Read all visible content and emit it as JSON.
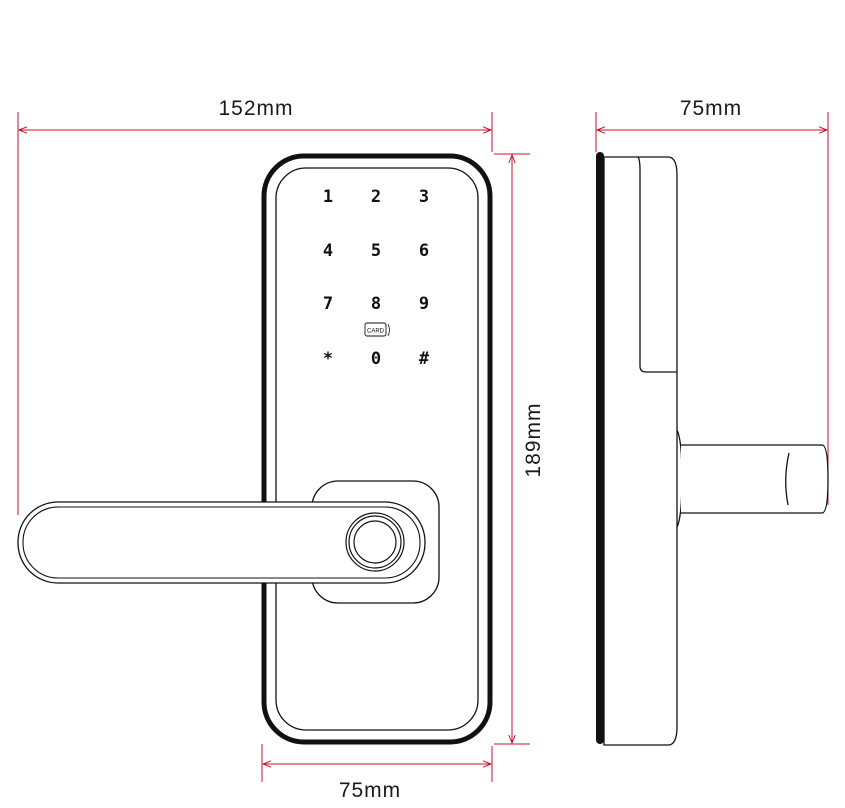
{
  "dimensions": {
    "total_width": "152mm",
    "height": "189mm",
    "panel_width": "75mm",
    "depth": "75mm"
  },
  "keypad": {
    "keys": [
      "1",
      "2",
      "3",
      "4",
      "5",
      "6",
      "7",
      "8",
      "9",
      "*",
      "0",
      "#"
    ],
    "card_label": "CARD"
  },
  "colors": {
    "dimension_line": "#c8102e",
    "outline": "#111111"
  }
}
